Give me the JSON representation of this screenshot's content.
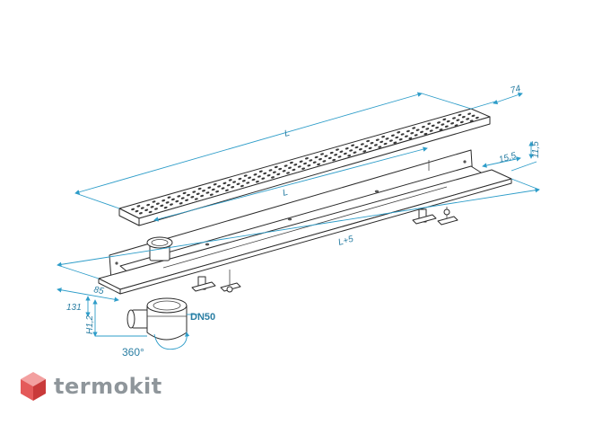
{
  "dimensions": {
    "length": "L",
    "inner_length": "L",
    "overall_length": "L+5",
    "grate_width": "74",
    "channel_offset": "15,5",
    "channel_height": "11,5",
    "front_width": "85",
    "body_height": "131",
    "trap_height": "H1,2",
    "outlet_size": "DN50",
    "rotation": "360°"
  },
  "brand": {
    "name": "termokit"
  },
  "colors": {
    "dimension": "#2e9dc9",
    "outline": "#2b2b2b",
    "brand_text": "#8f969b"
  }
}
